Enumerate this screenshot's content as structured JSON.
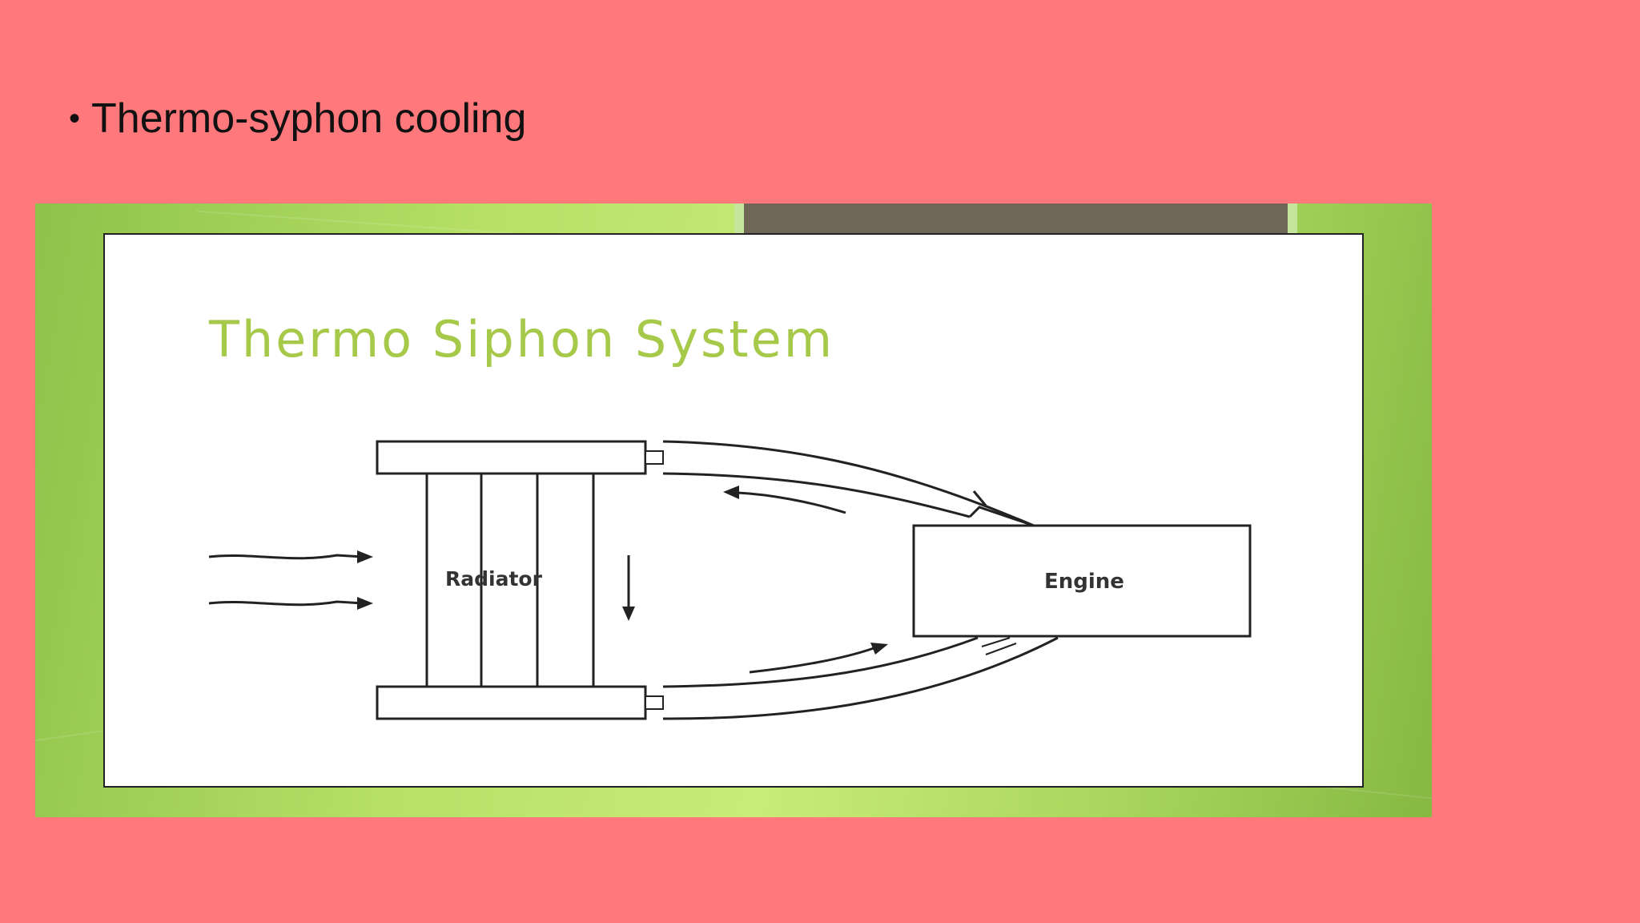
{
  "slide": {
    "bullet_text": "Thermo-syphon cooling",
    "bullet_symbol": "•"
  },
  "figure": {
    "title": "Thermo Siphon System",
    "radiator_label": "Radiator",
    "engine_label": "Engine",
    "colors": {
      "background": "#ff787c",
      "frame_green": "#b6e066",
      "title_green": "#a6c94a",
      "tab_dark": "#706658",
      "line": "#222222"
    }
  }
}
